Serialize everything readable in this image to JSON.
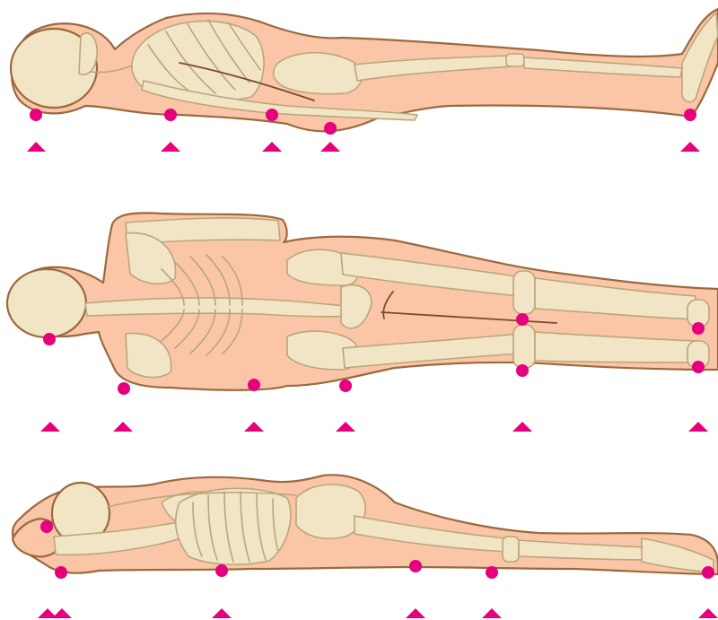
{
  "figures": [
    {
      "name": "supine-figure",
      "pressure_points": [
        "occiput",
        "scapula",
        "elbow",
        "sacrum",
        "heel"
      ]
    },
    {
      "name": "lateral-figure",
      "pressure_points": [
        "ear",
        "shoulder",
        "elbow",
        "greater-trochanter",
        "knee-medial",
        "knee-lateral",
        "malleolus-medial",
        "malleolus-lateral"
      ]
    },
    {
      "name": "prone-figure",
      "pressure_points": [
        "cheek",
        "shoulder",
        "breast",
        "knee",
        "patella",
        "toes"
      ]
    }
  ],
  "colors": {
    "skin": "#fbc6a8",
    "skin_outline": "#9a6a3e",
    "bone": "#f2e5c6",
    "bone_outline": "#b9a67a",
    "pressure_point": "#e6007e"
  }
}
